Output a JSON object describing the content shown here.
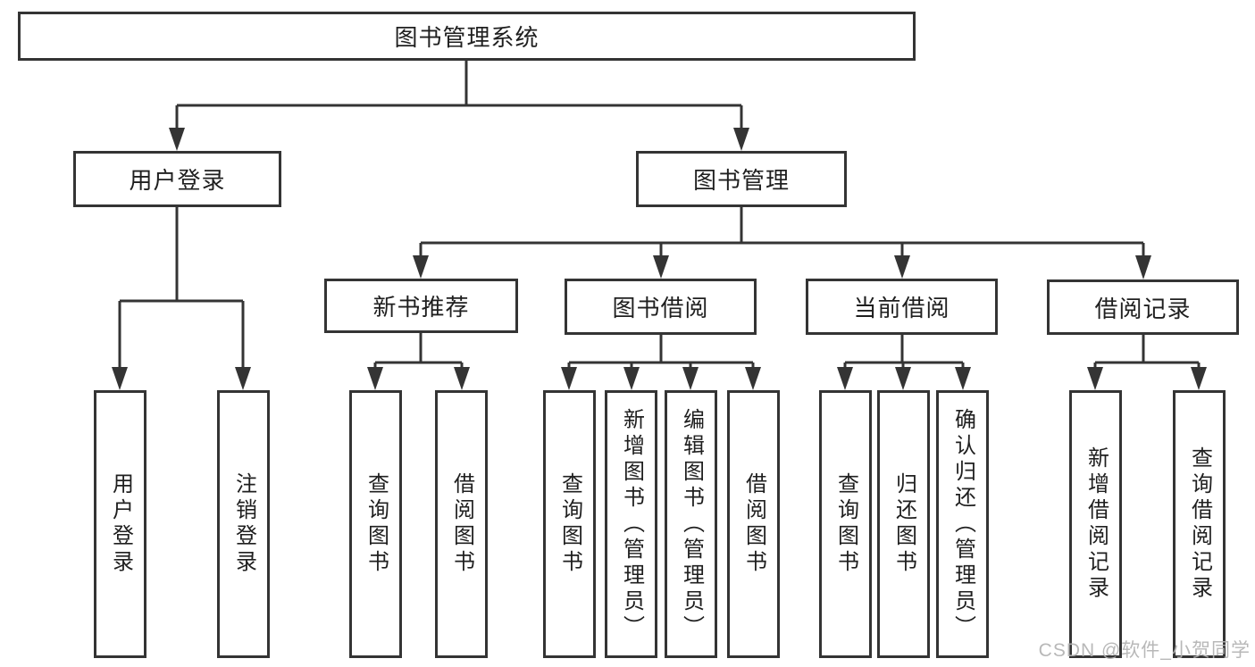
{
  "tree": {
    "root": "图书管理系统",
    "children": [
      {
        "label": "用户登录",
        "leaves": [
          "用户登录",
          "注销登录"
        ]
      },
      {
        "label": "图书管理",
        "children": [
          {
            "label": "新书推荐",
            "leaves": [
              "查询图书",
              "借阅图书"
            ]
          },
          {
            "label": "图书借阅",
            "leaves": [
              "查询图书",
              "新增图书（管理员）",
              "编辑图书（管理员）",
              "借阅图书"
            ]
          },
          {
            "label": "当前借阅",
            "leaves": [
              "查询图书",
              "归还图书",
              "确认归还（管理员）"
            ]
          },
          {
            "label": "借阅记录",
            "leaves": [
              "新增借阅记录",
              "查询借阅记录"
            ]
          }
        ]
      }
    ]
  },
  "watermark": "CSDN @软件_小贺同学",
  "colors": {
    "line": "#343434",
    "box_border": "#343434",
    "text": "#1f1f1f",
    "watermark_gray": "#b2b2b2",
    "background": "#ffffff"
  }
}
